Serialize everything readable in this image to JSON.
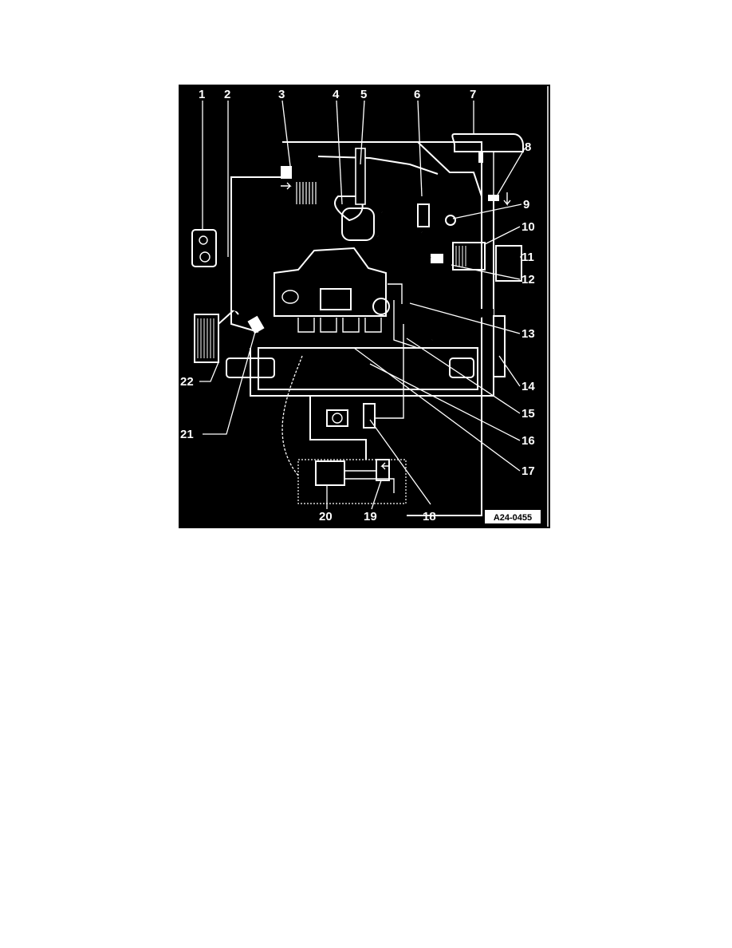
{
  "diagram": {
    "labels": [
      "1",
      "2",
      "3",
      "4",
      "5",
      "6",
      "7",
      "8",
      "9",
      "10",
      "11",
      "12",
      "13",
      "14",
      "15",
      "16",
      "17",
      "18",
      "19",
      "20",
      "21",
      "22"
    ],
    "reference_code": "A24-0455",
    "colors": {
      "background": "#000000",
      "lines": "#ffffff",
      "page": "#ffffff"
    }
  }
}
